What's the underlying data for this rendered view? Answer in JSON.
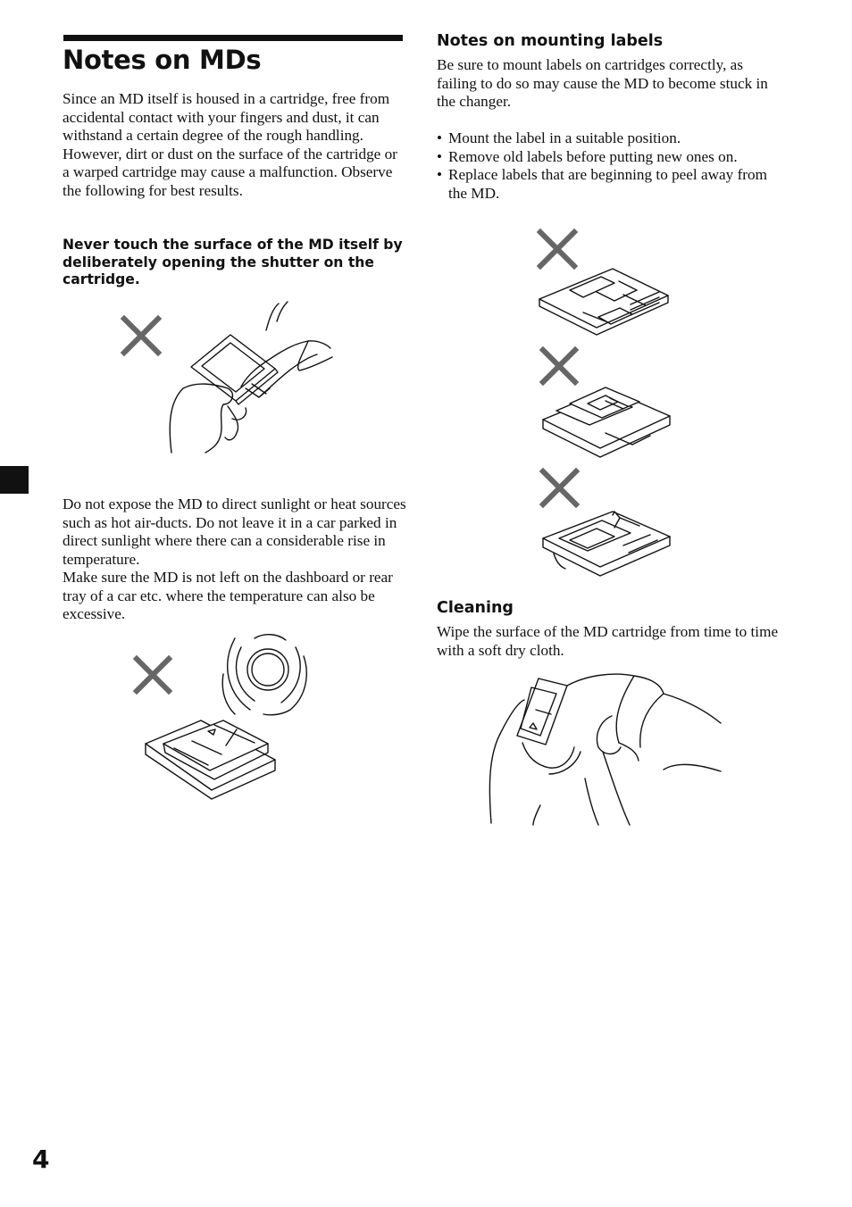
{
  "page": {
    "title": "Notes on MDs",
    "page_number": "4"
  },
  "left": {
    "intro": "Since an MD itself is housed in a cartridge, free from accidental contact with your fingers and dust, it can withstand a certain degree of the rough handling. However, dirt or dust on the surface of the cartridge or a warped cartridge may cause a malfunction. Observe the following for best results.",
    "warning": "Never touch the surface of the MD itself by deliberately opening the shutter on the cartridge.",
    "sunlight": "Do not expose the MD to direct sunlight or heat sources such as hot air-ducts. Do not leave it in a car parked in direct sunlight where there can a considerable rise in temperature.",
    "dashboard": "Make sure the MD is not left on the dashboard or rear tray of a car etc. where the temperature can also be excessive."
  },
  "right": {
    "labels_heading": "Notes on mounting labels",
    "labels_intro": "Be sure to mount labels on cartridges correctly, as failing to do so may cause the MD to become stuck in the changer.",
    "bullets": [
      "Mount the label in a suitable position.",
      "Remove old labels before putting new ones on.",
      "Replace labels that are beginning to peel away from the MD."
    ],
    "cleaning_heading": "Cleaning",
    "cleaning_text": "Wipe the surface of the MD cartridge from time to time with a soft dry cloth."
  },
  "icons": {
    "prohibited": "x-mark-icon"
  },
  "colors": {
    "text": "#111111",
    "x_mark": "#666666",
    "background": "#ffffff"
  }
}
